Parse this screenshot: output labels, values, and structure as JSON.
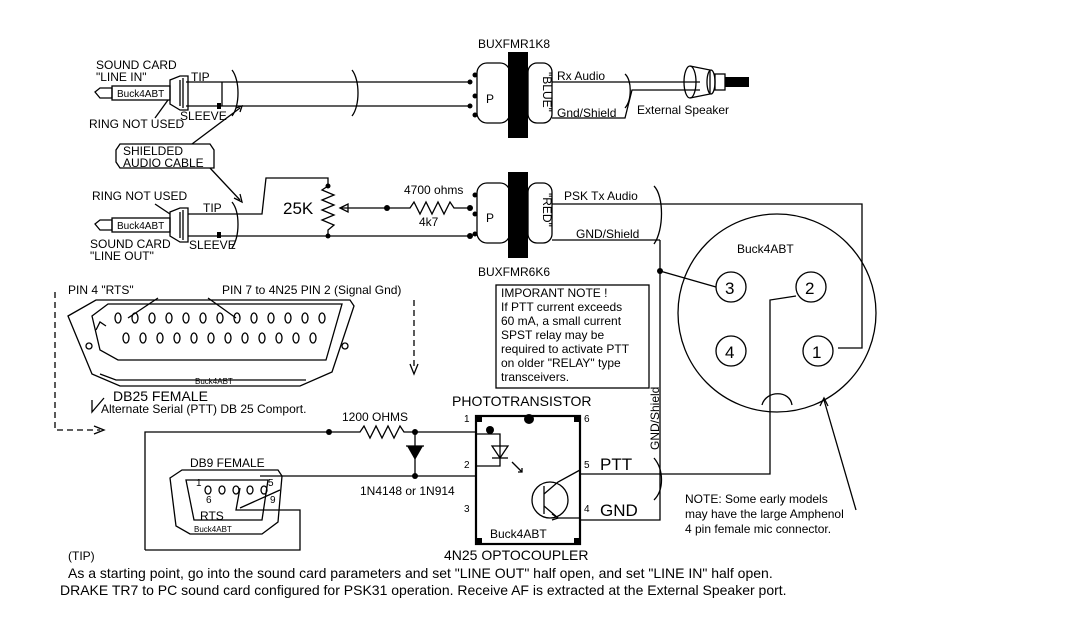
{
  "labels": {
    "bux_top": "BUXFMR1K8",
    "bux_bottom": "BUXFMR6K6",
    "p_top": "P",
    "p_bottom": "P",
    "blue": "\"BLUE\"",
    "red": "\"RED\"",
    "rx_audio": "Rx Audio",
    "gnd_shield_top": "Gnd/Shield",
    "external_speaker": "External Speaker",
    "sound_card_line_in_1": "SOUND CARD",
    "sound_card_line_in_2": "\"LINE IN\"",
    "tip_top": "TIP",
    "buck_jack_top": "Buck4ABT",
    "sleeve_top": "SLEEVE",
    "ring_not_used_top": "RING NOT USED",
    "shielded_1": "SHIELDED",
    "shielded_2": "AUDIO CABLE",
    "ring_not_used_bottom": "RING NOT USED",
    "tip_bottom": "TIP",
    "buck_jack_bottom": "Buck4ABT",
    "sleeve_bottom": "SLEEVE",
    "sound_card_line_out_1": "SOUND CARD",
    "sound_card_line_out_2": "\"LINE OUT\"",
    "pot": "25K",
    "res_4700": "4700 ohms",
    "res_4k7": "4k7",
    "psk_tx_audio": "PSK Tx Audio",
    "gnd_shield_mid": "GND/Shield",
    "mic_title": "Buck4ABT",
    "pin1": "1",
    "pin2": "2",
    "pin3": "3",
    "pin4": "4",
    "note_important": [
      "IMPORANT NOTE !",
      "If PTT current exceeds",
      "60 mA, a small current",
      "SPST relay may be",
      "required to activate PTT",
      "on older \"RELAY\" type",
      "transceivers."
    ],
    "pin4_rts": "PIN 4 \"RTS\"",
    "pin7_label": "PIN 7  to 4N25  PIN 2 (Signal Gnd)",
    "db25_brand": "Buck4ABT",
    "db25_female": "DB25 FEMALE",
    "db25_alt": "Alternate Serial (PTT) DB 25 Comport.",
    "phototransistor": "PHOTOTRANSISTOR",
    "res_1200": "1200 OHMS",
    "diode": "1N4148 or 1N914",
    "db9_female": "DB9 FEMALE",
    "db9_pin1": "1",
    "db9_pin5": "5",
    "db9_pin6": "6",
    "db9_pin9": "9",
    "db9_rts": "RTS",
    "db9_brand": "Buck4ABT",
    "opto_pin1": "1",
    "opto_pin2": "2",
    "opto_pin3": "3",
    "opto_pin4": "4",
    "opto_pin5": "5",
    "opto_pin6": "6",
    "opto_brand": "Buck4ABT",
    "optocoupler": "4N25  OPTOCOUPLER",
    "ptt": "PTT",
    "gnd": "GND",
    "gnd_shield_vert": "GND/Shield",
    "note_early": [
      "NOTE: Some early models",
      "may have the large Amphenol",
      "4 pin female mic connector."
    ],
    "tip_note": "(TIP)",
    "bottom_line1": "As a starting point, go into the sound card parameters and set \"LINE OUT\" half open, and set \"LINE IN\" half open.",
    "bottom_line2": "DRAKE TR7 to PC sound card configured for PSK31 operation.  Receive AF is extracted at the External Speaker port."
  }
}
